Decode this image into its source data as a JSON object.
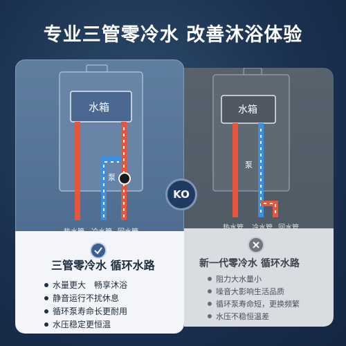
{
  "title": "专业三管零冷水 改善沐浴体验",
  "left": {
    "tank_label": "水箱",
    "pump_label": "泵",
    "pipe_labels": [
      "热水管",
      "冷水管",
      "回水管"
    ],
    "badge_icon": "check-icon",
    "panel_title": "三管零冷水 循环水路",
    "features": [
      "水量更大　畅享沐浴",
      "静音运行不扰休息",
      "循环泵寿命长更耐用",
      "水压稳定更恒温"
    ]
  },
  "right": {
    "tank_label": "水箱",
    "pump_label": "泵",
    "pipe_labels": [
      "热水管",
      "冷水管",
      "回水管"
    ],
    "badge_icon": "x-icon",
    "panel_title": "新一代零冷水 循环水路",
    "features": [
      "阻力大水量小",
      "噪音大影响生活品质",
      "循环泵寿命短，更换频繁",
      "水压不稳恒温差"
    ]
  },
  "vs_label": "KO",
  "colors": {
    "hot_pipe": "#e8553a",
    "cold_pipe": "#3c8ee0",
    "background": "#1b3150"
  }
}
